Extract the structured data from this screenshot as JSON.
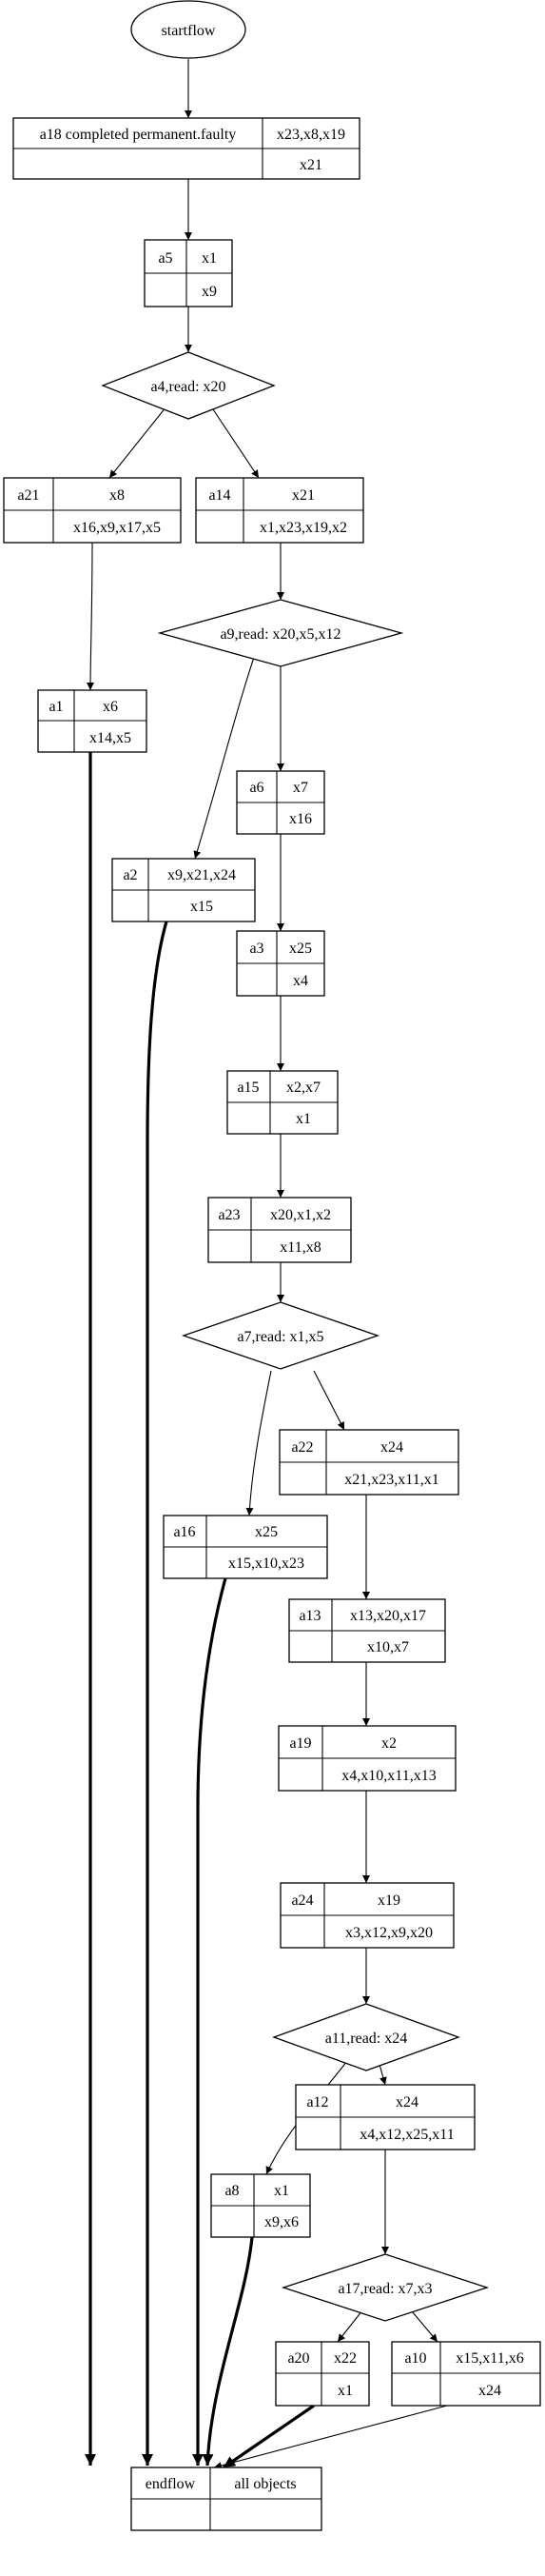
{
  "start": {
    "label": "startflow"
  },
  "tables": {
    "a18": {
      "id": "a18 completed permanent.faulty",
      "top": "x23,x8,x19",
      "bottom": "x21"
    },
    "a5": {
      "id": "a5",
      "top": "x1",
      "bottom": "x9"
    },
    "a21": {
      "id": "a21",
      "top": "x8",
      "bottom": "x16,x9,x17,x5"
    },
    "a14": {
      "id": "a14",
      "top": "x21",
      "bottom": "x1,x23,x19,x2"
    },
    "a1": {
      "id": "a1",
      "top": "x6",
      "bottom": "x14,x5"
    },
    "a6": {
      "id": "a6",
      "top": "x7",
      "bottom": "x16"
    },
    "a2": {
      "id": "a2",
      "top": "x9,x21,x24",
      "bottom": "x15"
    },
    "a3": {
      "id": "a3",
      "top": "x25",
      "bottom": "x4"
    },
    "a15": {
      "id": "a15",
      "top": "x2,x7",
      "bottom": "x1"
    },
    "a23": {
      "id": "a23",
      "top": "x20,x1,x2",
      "bottom": "x11,x8"
    },
    "a22": {
      "id": "a22",
      "top": "x24",
      "bottom": "x21,x23,x11,x1"
    },
    "a16": {
      "id": "a16",
      "top": "x25",
      "bottom": "x15,x10,x23"
    },
    "a13": {
      "id": "a13",
      "top": "x13,x20,x17",
      "bottom": "x10,x7"
    },
    "a19": {
      "id": "a19",
      "top": "x2",
      "bottom": "x4,x10,x11,x13"
    },
    "a24": {
      "id": "a24",
      "top": "x19",
      "bottom": "x3,x12,x9,x20"
    },
    "a12": {
      "id": "a12",
      "top": "x24",
      "bottom": "x4,x12,x25,x11"
    },
    "a8": {
      "id": "a8",
      "top": "x1",
      "bottom": "x9,x6"
    },
    "a20": {
      "id": "a20",
      "top": "x22",
      "bottom": "x1"
    },
    "a10": {
      "id": "a10",
      "top": "x15,x11,x6",
      "bottom": "x24"
    }
  },
  "decisions": {
    "a4": {
      "label": "a4,read: x20"
    },
    "a9": {
      "label": "a9,read: x20,x5,x12"
    },
    "a7": {
      "label": "a7,read: x1,x5"
    },
    "a11": {
      "label": "a11,read: x24"
    },
    "a17": {
      "label": "a17,read: x7,x3"
    }
  },
  "end": {
    "id": "endflow",
    "top": "all objects"
  }
}
